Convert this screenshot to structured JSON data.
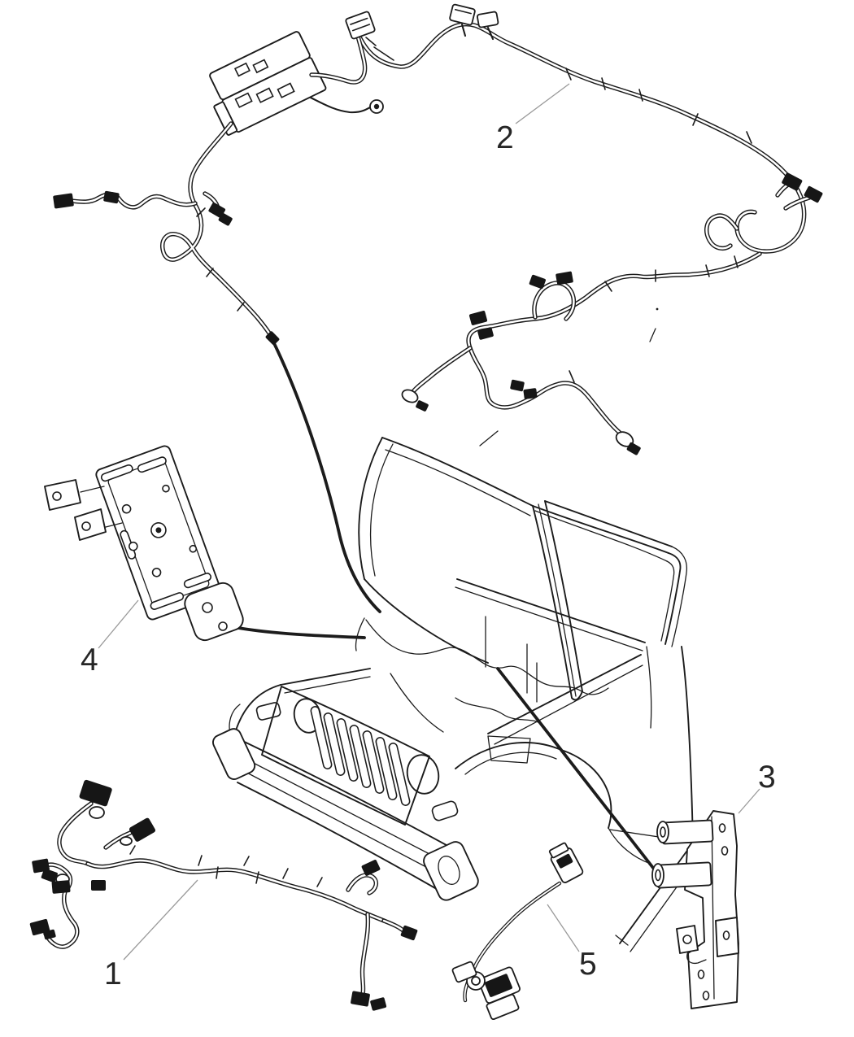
{
  "figure": {
    "background_color": "#ffffff",
    "line_color": "#1c1c1c",
    "leader_color": "#9a9a9a"
  },
  "callouts": [
    {
      "label": "1"
    },
    {
      "label": "2"
    },
    {
      "label": "3"
    },
    {
      "label": "4"
    },
    {
      "label": "5"
    }
  ]
}
